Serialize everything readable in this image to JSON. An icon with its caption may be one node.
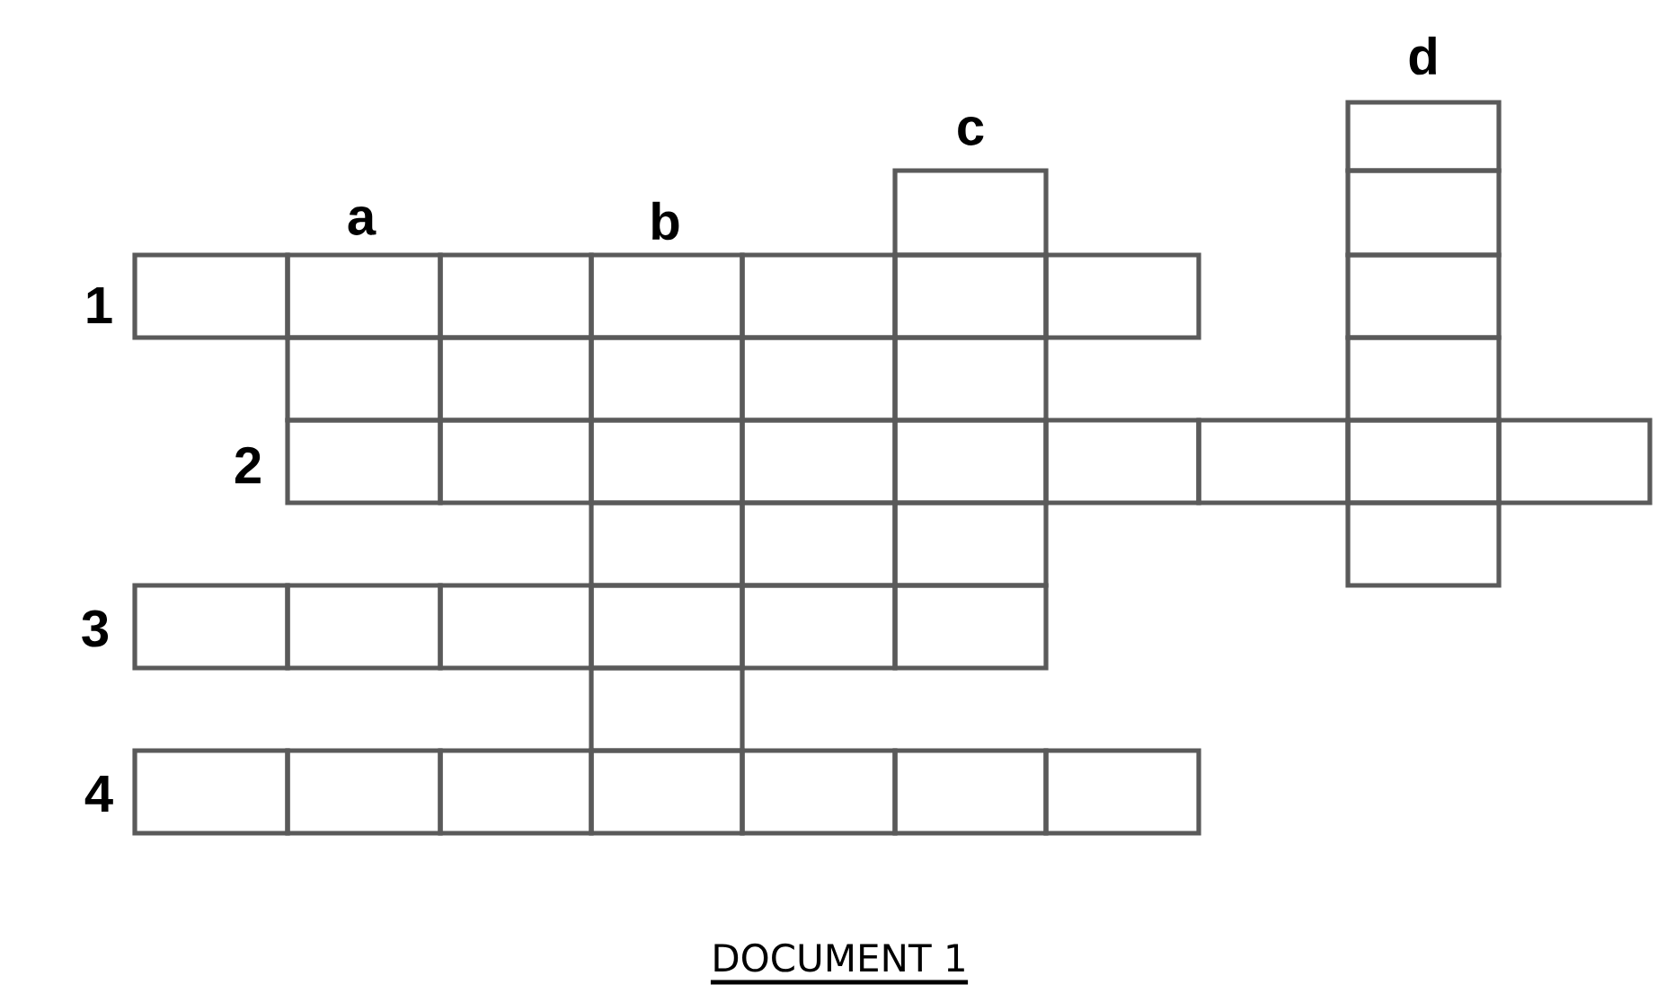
{
  "diagram": {
    "caption": "DOCUMENT 1",
    "labels": [
      "d",
      "c",
      "a",
      "b",
      "1",
      "2",
      "3",
      "4"
    ]
  }
}
